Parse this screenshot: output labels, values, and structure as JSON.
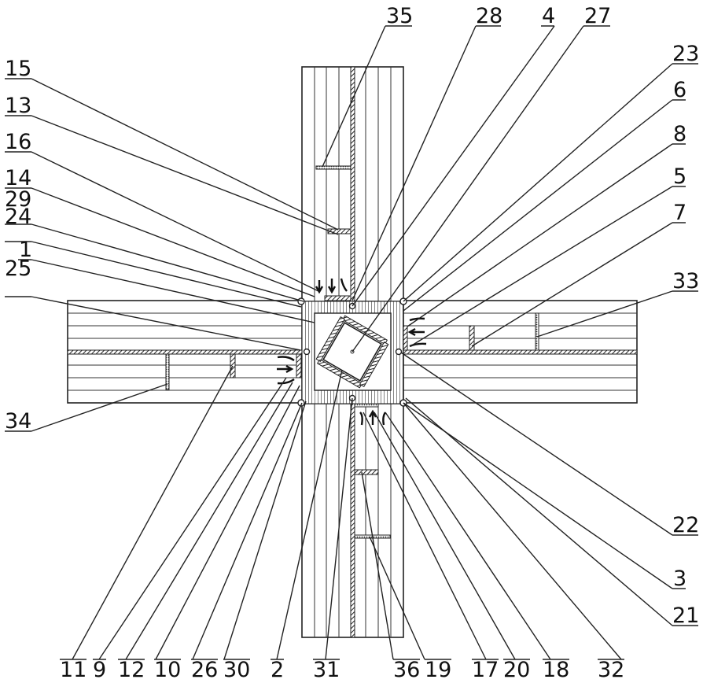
{
  "labels": {
    "l35": "35",
    "l28": "28",
    "l4": "4",
    "l27": "27",
    "l23": "23",
    "l6": "6",
    "l8": "8",
    "l5": "5",
    "l7": "7",
    "l33": "33",
    "l15": "15",
    "l13": "13",
    "l16": "16",
    "l14": "14",
    "l29": "29",
    "l24": "24",
    "l1": "1",
    "l25": "25",
    "l34": "34",
    "l22": "22",
    "l3": "3",
    "l21": "21",
    "l11": "11",
    "l9": "9",
    "l12": "12",
    "l10": "10",
    "l26": "26",
    "l30": "30",
    "l2": "2",
    "l31": "31",
    "l36": "36",
    "l19": "19",
    "l17": "17",
    "l20": "20",
    "l18": "18",
    "l32": "32"
  }
}
